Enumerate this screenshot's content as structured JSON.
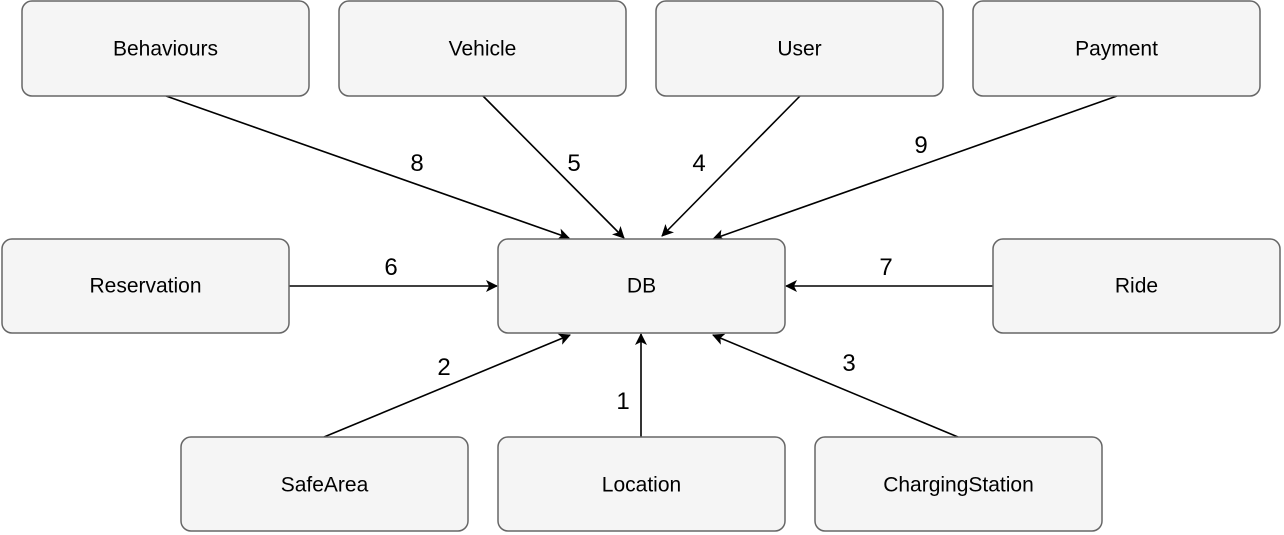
{
  "nodes": {
    "behaviours": "Behaviours",
    "vehicle": "Vehicle",
    "user": "User",
    "payment": "Payment",
    "reservation": "Reservation",
    "db": "DB",
    "ride": "Ride",
    "safearea": "SafeArea",
    "location": "Location",
    "chargingstation": "ChargingStation"
  },
  "edges": {
    "behaviours_db": "8",
    "vehicle_db": "5",
    "user_db": "4",
    "payment_db": "9",
    "reservation_db": "6",
    "ride_db": "7",
    "safearea_db": "2",
    "location_db": "1",
    "chargingstation_db": "3"
  }
}
